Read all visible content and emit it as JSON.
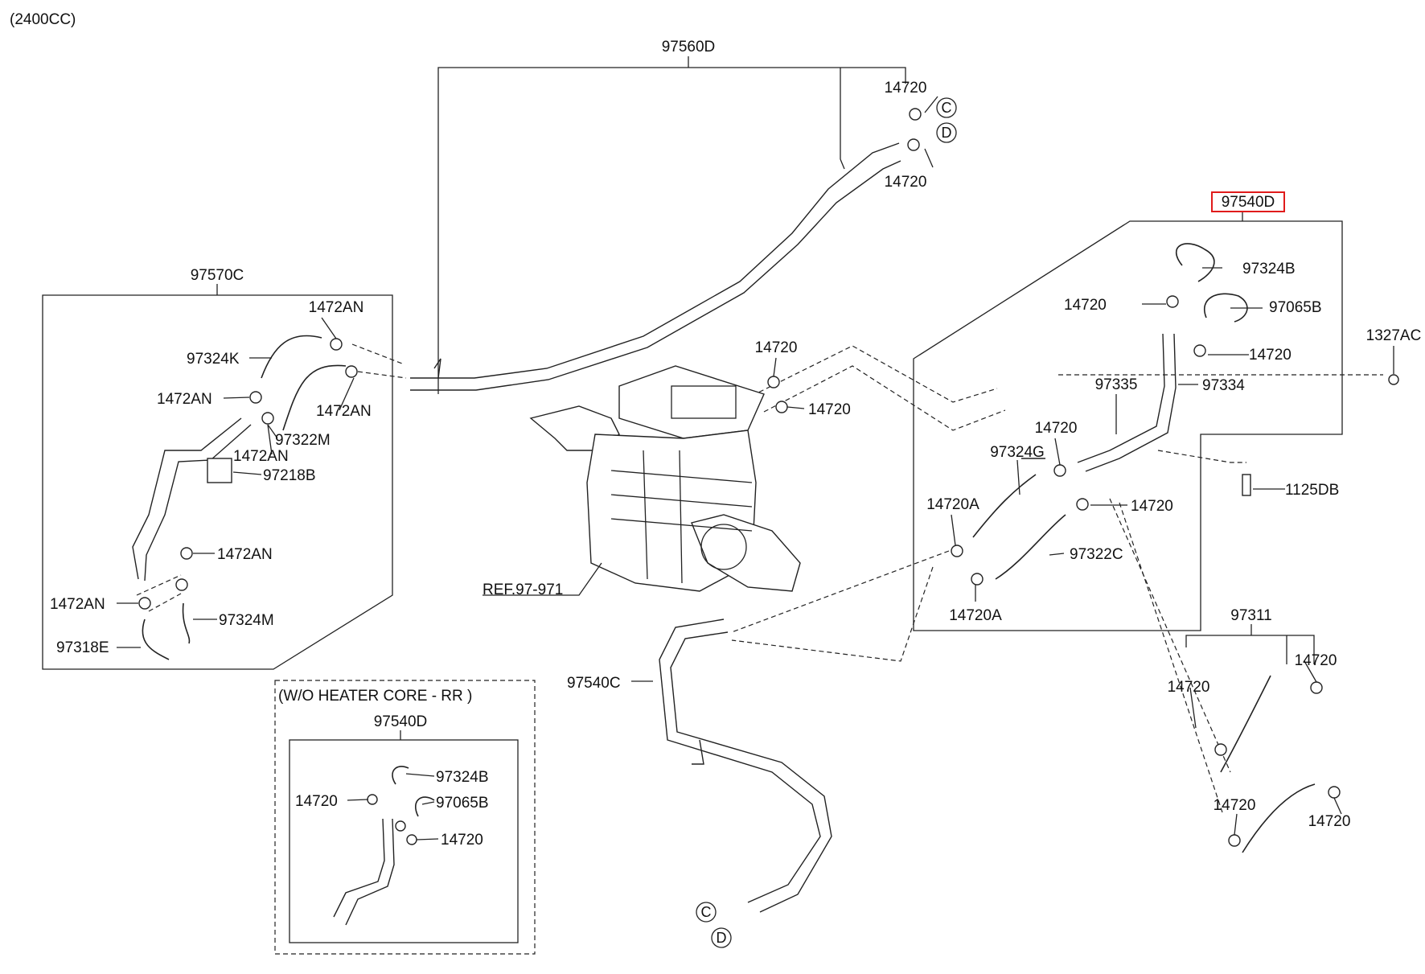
{
  "header": {
    "engine": "(2400CC)"
  },
  "labels": {
    "l97560D": "97560D",
    "l14720_c": "14720",
    "l14720_d": "14720",
    "l97540D_main": "97540D",
    "l97324B": "97324B",
    "l14720_a": "14720",
    "l97065B": "97065B",
    "l1327AC": "1327AC",
    "l14720_b": "14720",
    "l97334": "97334",
    "l97335": "97335",
    "l14720_e": "14720",
    "l97324G": "97324G",
    "l1125DB": "1125DB",
    "l14720A_1": "14720A",
    "l14720_f": "14720",
    "l97322C": "97322C",
    "l14720A_2": "14720A",
    "l97570C": "97570C",
    "l1472AN_1": "1472AN",
    "l97324K": "97324K",
    "l1472AN_2": "1472AN",
    "l1472AN_3": "1472AN",
    "l97322M": "97322M",
    "l1472AN_4": "1472AN",
    "l97218B": "97218B",
    "l1472AN_5": "1472AN",
    "l1472AN_6": "1472AN",
    "l97324M": "97324M",
    "l97318E": "97318E",
    "l14720_g": "14720",
    "l14720_h": "14720",
    "lREF": "REF.97-971",
    "l97540C": "97540C",
    "l97311": "97311",
    "l14720_i": "14720",
    "l14720_j": "14720",
    "l14720_k": "14720",
    "l14720_l": "14720",
    "woTitle": "(W/O HEATER CORE - RR )",
    "wo97540D": "97540D",
    "wo97324B": "97324B",
    "wo14720_a": "14720",
    "wo97065B": "97065B",
    "wo14720_b": "14720"
  },
  "connectors": {
    "c": "C",
    "d": "D"
  },
  "highlight_color": "#e01b1b"
}
